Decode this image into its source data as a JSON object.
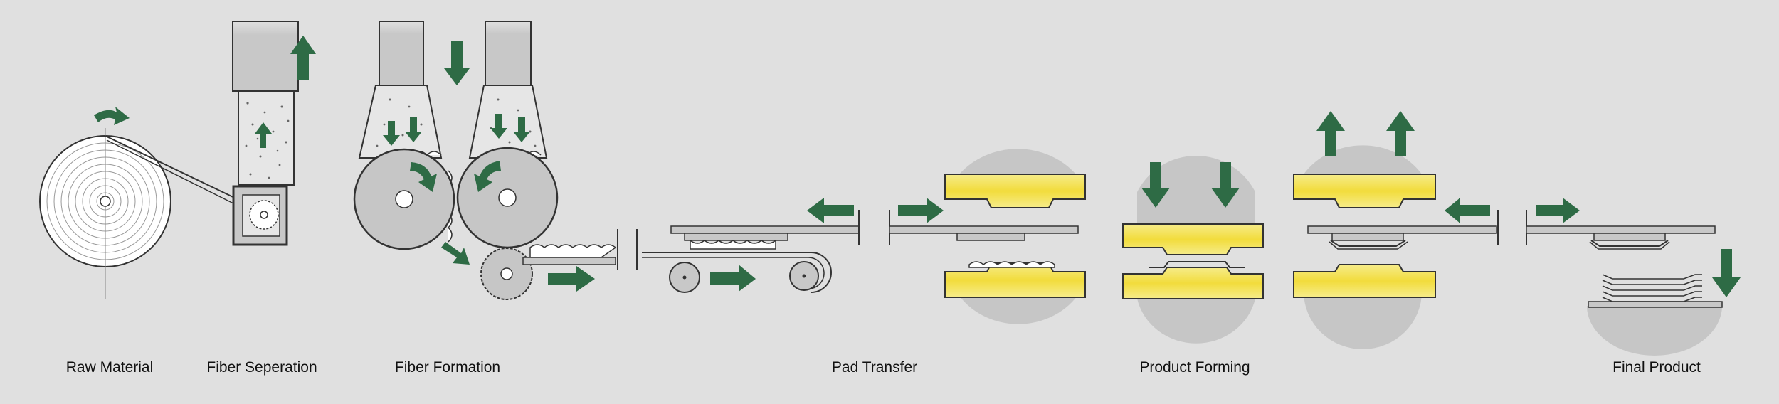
{
  "stages": [
    {
      "label": "Raw Material"
    },
    {
      "label": "Fiber Seperation"
    },
    {
      "label": "Fiber Formation"
    },
    {
      "label": "Pad Transfer"
    },
    {
      "label": "Product Forming"
    },
    {
      "label": "Final Product"
    }
  ],
  "colors": {
    "background": "#e0e0e0",
    "arrow": "#2e6b45",
    "heated_tool": "#f2e14a",
    "machine_gray": "#c6c6c6",
    "outline": "#333333"
  },
  "icons": [
    "flow-arrow-icon",
    "rotation-arrow-icon"
  ]
}
